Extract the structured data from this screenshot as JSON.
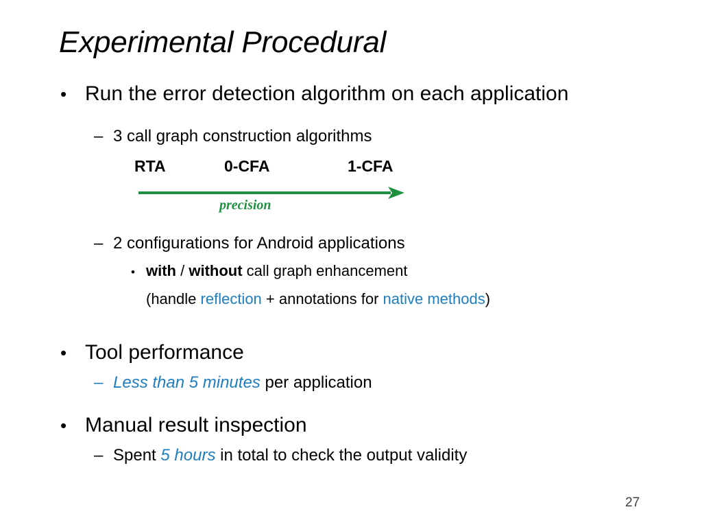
{
  "slide": {
    "title": "Experimental Procedural",
    "page_number": "27",
    "colors": {
      "accent_blue": "#1f7ec0",
      "accent_green": "#1e9141",
      "text": "#000000",
      "background": "#ffffff"
    },
    "bullets": {
      "run_detection": "Run the error detection algorithm on each application",
      "three_call_graphs": "3 call graph construction algorithms",
      "two_configurations": "2 configurations for Android applications",
      "tool_performance": "Tool performance",
      "manual_inspection": "Manual result inspection"
    },
    "markers": {
      "level1": "•",
      "level2": "–",
      "level3": "•"
    },
    "algorithms": {
      "items": [
        "RTA",
        "0-CFA",
        "1-CFA"
      ],
      "arrow_label": "precision",
      "arrow_direction": "right"
    },
    "configurations": {
      "with": "with",
      "separator": " / ",
      "without": "without",
      "suffix": " call graph enhancement",
      "note_prefix": "(handle ",
      "note_reflection": "reflection",
      "note_middle": " + annotations for ",
      "note_native": "native methods",
      "note_suffix": ")"
    },
    "performance": {
      "highlight": "Less than 5 minutes",
      "rest": " per application"
    },
    "inspection": {
      "prefix": "Spent ",
      "highlight": "5 hours",
      "rest": " in total to check the output validity"
    }
  }
}
